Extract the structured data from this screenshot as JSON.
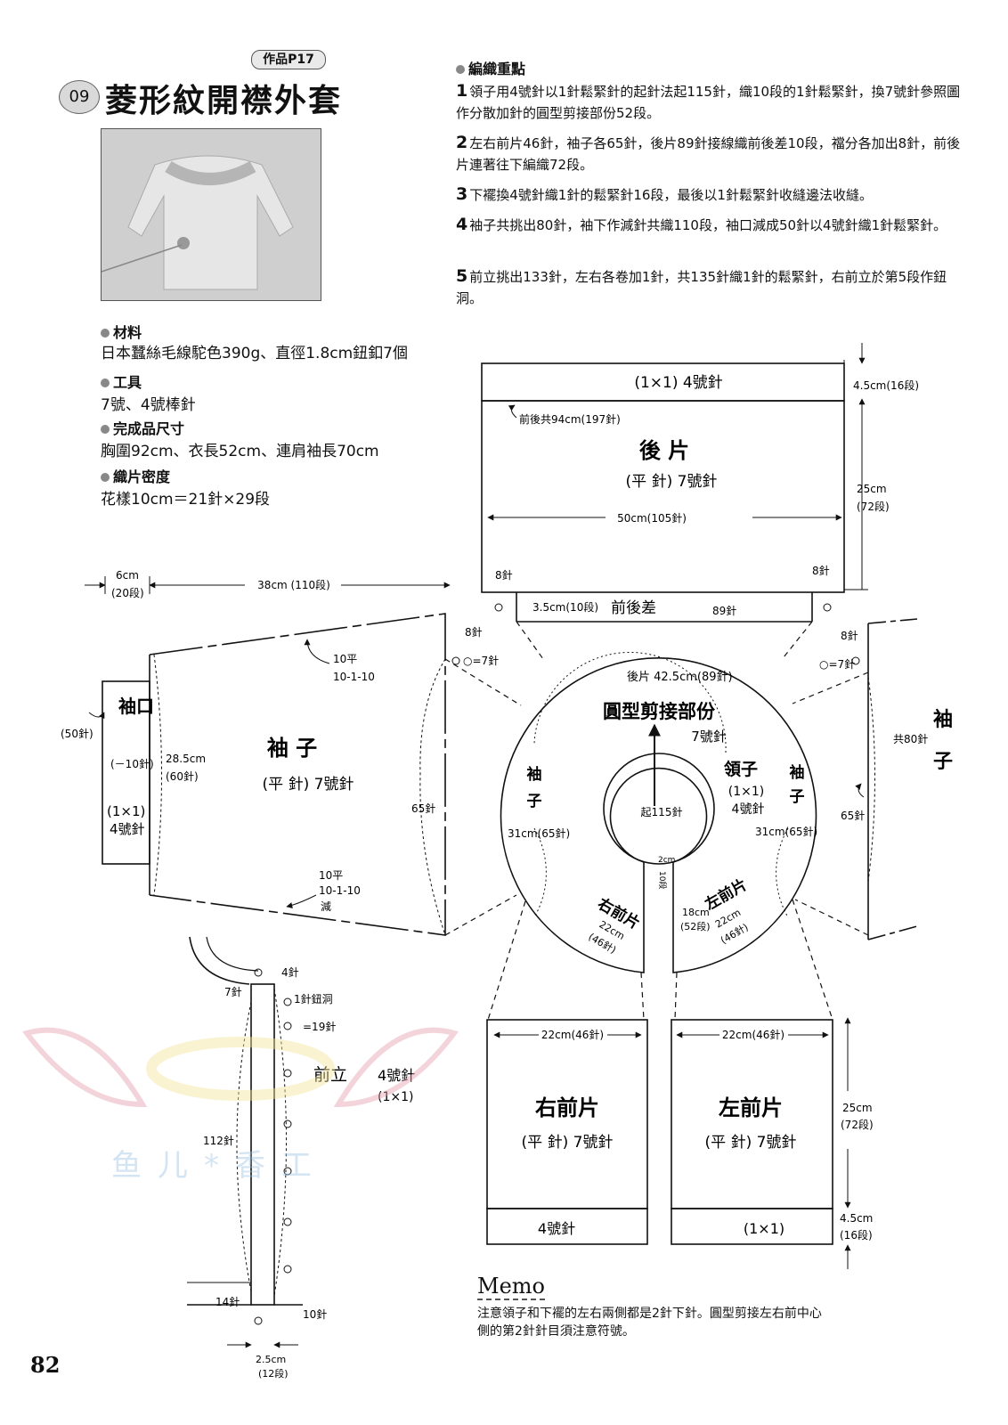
{
  "header": {
    "badge": "作品P17",
    "number": "09",
    "title": "菱形紋開襟外套"
  },
  "info": {
    "materials_heading": "材料",
    "materials": "日本蠶絲毛線駝色390g、直徑1.8cm鈕釦7個",
    "tools_heading": "工具",
    "tools": "7號、4號棒針",
    "size_heading": "完成品尺寸",
    "size": "胸圍92cm、衣長52cm、連肩袖長70cm",
    "gauge_heading": "織片密度",
    "gauge": "花樣10cm＝21針×29段"
  },
  "key_points": {
    "heading": "編織重點",
    "items": [
      {
        "num": "1",
        "text": "領子用4號針以1針鬆緊針的起針法起115針，織10段的1針鬆緊針，換7號針參照圖作分散加針的圓型剪接部份52段。"
      },
      {
        "num": "2",
        "text": "左右前片46針，袖子各65針，後片89針接線織前後差10段，襠分各加出8針，前後片連著往下編織72段。"
      },
      {
        "num": "3",
        "text": "下襬換4號針織1針的鬆緊針16段，最後以1針鬆緊針收縫邊法收縫。"
      },
      {
        "num": "4",
        "text": "袖子共挑出80針，袖下作減針共織110段，袖口減成50針以4號針織1針鬆緊針。"
      },
      {
        "num": "5",
        "text": "前立挑出133針，左右各卷加1針，共135針織1針的鬆緊針，右前立於第5段作鈕洞。"
      }
    ]
  },
  "diagram": {
    "back": {
      "ribbing": "(1×1) 4號針",
      "rib_height": "4.5cm(16段)",
      "total_width": "前後共94cm(197針)",
      "title": "後 片",
      "sub": "(平 針) 7號針",
      "width": "50cm(105針)",
      "height": "25cm",
      "height2": "(72段)",
      "left_inc": "8針",
      "right_inc": "8針",
      "diff_h": "3.5cm(10段)",
      "diff_label": "前後差",
      "diff_st": "89針"
    },
    "sleeve": {
      "cuff_w": "6cm",
      "cuff_w2": "(20段)",
      "length": "38cm (110段)",
      "cuff_label": "袖口",
      "cuff_st": "(50針)",
      "cuff_dec": "(－10針)",
      "cuff_rib": "(1×1)",
      "cuff_needle": "4號針",
      "width": "28.5cm",
      "width2": "(60針)",
      "title": "袖 子",
      "sub": "(平 針) 7號針",
      "top_st": "65針",
      "top_rule1": "10平",
      "top_rule2": "10-1-10",
      "bot_rule1": "10平",
      "bot_rule2": "10-1-10",
      "bot_rule3": "減",
      "inc": "8針",
      "inc2": "○=7針"
    },
    "yoke": {
      "title": "圓型剪接部份",
      "needle": "7號針",
      "back": "後片 42.5cm(89針)",
      "collar": "領子",
      "collar_rib": "(1×1)",
      "collar_needle": "4號針",
      "cast_on": "起115針",
      "sleeve_l1": "袖",
      "sleeve_l2": "子",
      "sleeve_r1": "袖",
      "sleeve_r2": "子",
      "sleeve_l_st": "31cm(65針)",
      "sleeve_r_st": "31cm(65針)",
      "right_front": "右前片",
      "right_front_st": "22cm",
      "right_front_st2": "(46針)",
      "left_front": "左前片",
      "left_front_st": "22cm",
      "left_front_st2": "(46針)",
      "depth": "18cm",
      "depth2": "(52段)",
      "gap1": "2cm",
      "gap2": "10段"
    },
    "right_sleeve": {
      "l1": "袖",
      "l2": "子",
      "total": "共80針",
      "st": "65針",
      "inc": "8針",
      "inc2": "○=7針"
    },
    "right_front": {
      "width": "22cm(46針)",
      "title": "右前片",
      "sub": "(平 針) 7號針",
      "needle": "4號針"
    },
    "left_front": {
      "width": "22cm(46針)",
      "title": "左前片",
      "sub": "(平 針) 7號針",
      "rib": "(1×1)",
      "height": "25cm",
      "height2": "(72段)",
      "rib_h": "4.5cm",
      "rib_h2": "(16段)"
    },
    "band": {
      "top": "4針",
      "side": "7針",
      "buttonhole": "1針鈕洞",
      "spacing": "=19針",
      "label": "前立",
      "needle": "4號針",
      "rib": "(1×1)",
      "total": "112針",
      "bottom_l": "14針",
      "bottom_r": "10針",
      "width": "2.5cm",
      "width2": "(12段)"
    }
  },
  "memo": {
    "heading": "Memo",
    "text": "注意領子和下襬的左右兩側都是2針下針。圓型剪接左右前中心側的第2針針目須注意符號。"
  },
  "page_number": "82",
  "watermark": "鱼儿*香工"
}
